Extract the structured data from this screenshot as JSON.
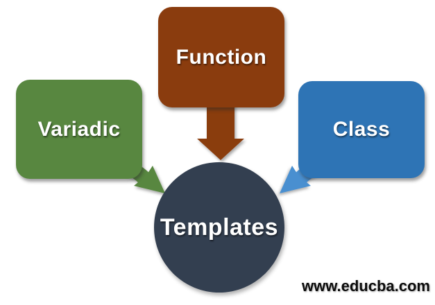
{
  "diagram": {
    "nodes": {
      "variadic": {
        "label": "Variadic",
        "shape": "rounded-square",
        "color": "#588740"
      },
      "function": {
        "label": "Function",
        "shape": "rounded-square",
        "color": "#8a3c0e"
      },
      "class": {
        "label": "Class",
        "shape": "rounded-square",
        "color": "#2e74b5"
      },
      "templates": {
        "label": "Templates",
        "shape": "circle",
        "color": "#333f50"
      }
    },
    "edges": [
      {
        "from": "Variadic",
        "to": "Templates",
        "style": "bent-arrow",
        "color": "#588740"
      },
      {
        "from": "Function",
        "to": "Templates",
        "style": "down-block-arrow",
        "color": "#8a3c0e"
      },
      {
        "from": "Class",
        "to": "Templates",
        "style": "bent-arrow",
        "color": "#4a8fd0"
      }
    ],
    "watermark": "www.educba.com"
  },
  "colors": {
    "green_box": "#588740",
    "green_arrow": "#588740",
    "brown_box": "#8a3c0e",
    "brown_arrow": "#8a3c0e",
    "blue_box": "#2e74b5",
    "blue_arrow": "#4a8fd0",
    "circle_fill": "#333f50",
    "label_color": "#ffffff",
    "watermark_color": "#0c0c0c",
    "bg": "#ffffff"
  }
}
